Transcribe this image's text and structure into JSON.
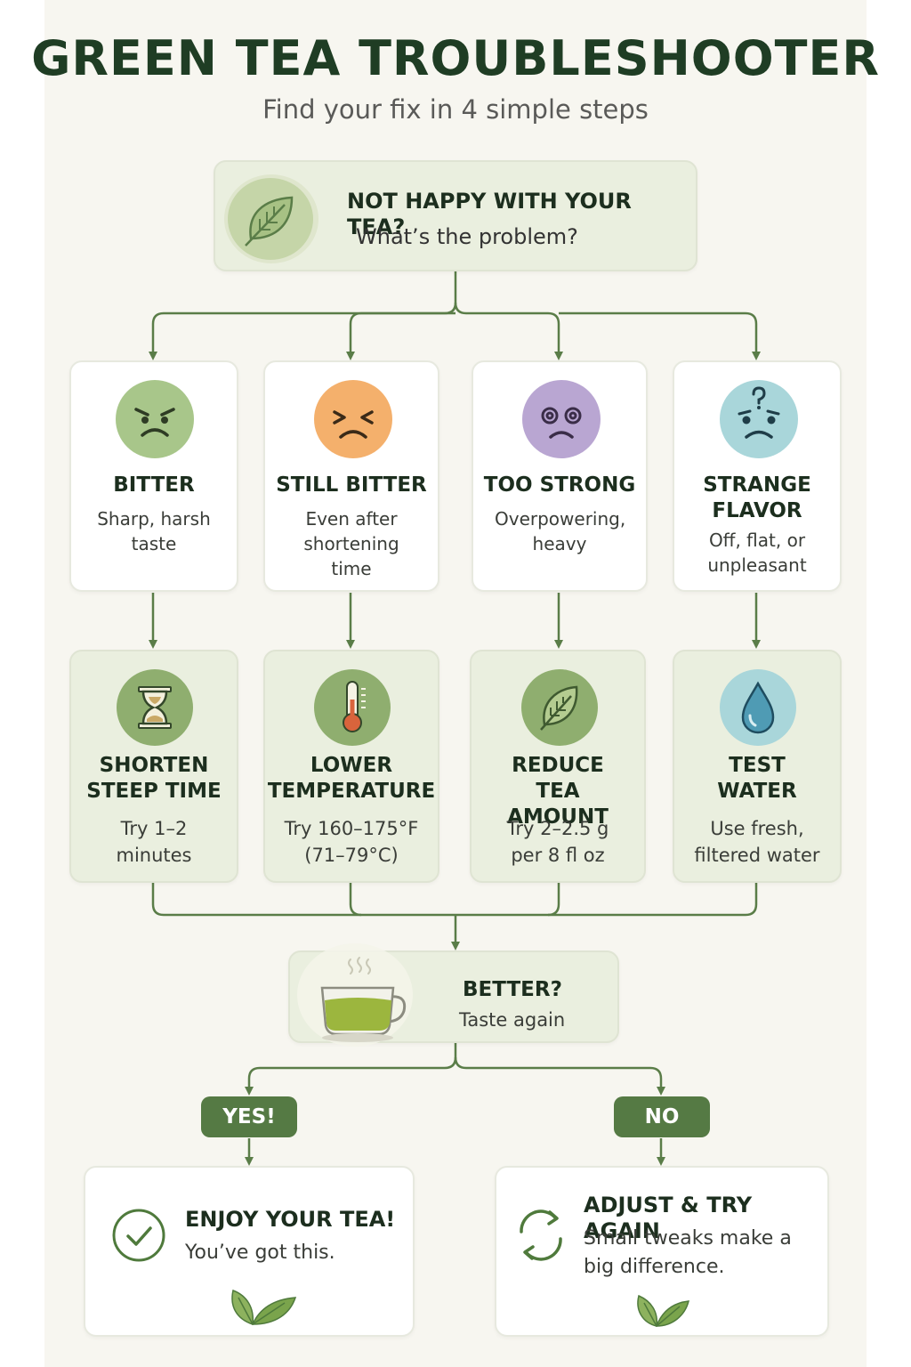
{
  "title": "GREEN TEA TROUBLESHOOTER",
  "subtitle": "Find your fix in 4 simple steps",
  "start": {
    "heading": "NOT HAPPY WITH YOUR TEA?",
    "text": "What’s the problem?",
    "icon": "leaf-icon"
  },
  "problems": [
    {
      "heading": "BITTER",
      "text": "Sharp, harsh taste",
      "icon": "angry-face-icon",
      "color": "#a8c68a"
    },
    {
      "heading": "STILL BITTER",
      "text": "Even after shortening time",
      "icon": "wincing-face-icon",
      "color": "#f4b06c"
    },
    {
      "heading": "TOO STRONG",
      "text": "Overpowering, heavy",
      "icon": "dizzy-face-icon",
      "color": "#b9a6d2"
    },
    {
      "heading": "STRANGE FLAVOR",
      "text": "Off, flat, or unpleasant",
      "icon": "confused-face-icon",
      "color": "#a9d6da"
    }
  ],
  "fixes": [
    {
      "heading": "SHORTEN STEEP TIME",
      "text": "Try 1–2 minutes",
      "icon": "hourglass-icon"
    },
    {
      "heading": "LOWER TEMPERATURE",
      "text": "Try 160–175°F (71–79°C)",
      "icon": "thermometer-icon"
    },
    {
      "heading": "REDUCE TEA AMOUNT",
      "text": "Try 2–2.5 g per 8 fl oz",
      "icon": "leaf-icon"
    },
    {
      "heading": "TEST WATER",
      "text": "Use fresh, filtered water",
      "icon": "water-drop-icon"
    }
  ],
  "check": {
    "heading": "BETTER?",
    "text": "Taste again",
    "icon": "tea-cup-icon"
  },
  "yes_label": "YES!",
  "no_label": "NO",
  "outcomes": {
    "yes": {
      "heading": "ENJOY YOUR TEA!",
      "text": "You’ve got this.",
      "icon": "checkmark-icon"
    },
    "no": {
      "heading": "ADJUST & TRY AGAIN",
      "text": "Small tweaks make a big difference.",
      "icon": "refresh-icon"
    }
  },
  "colors": {
    "accent_dark": "#1f3d24",
    "line": "#5a7d48",
    "pill": "#557a44",
    "icon_green": "#8fae6f"
  }
}
